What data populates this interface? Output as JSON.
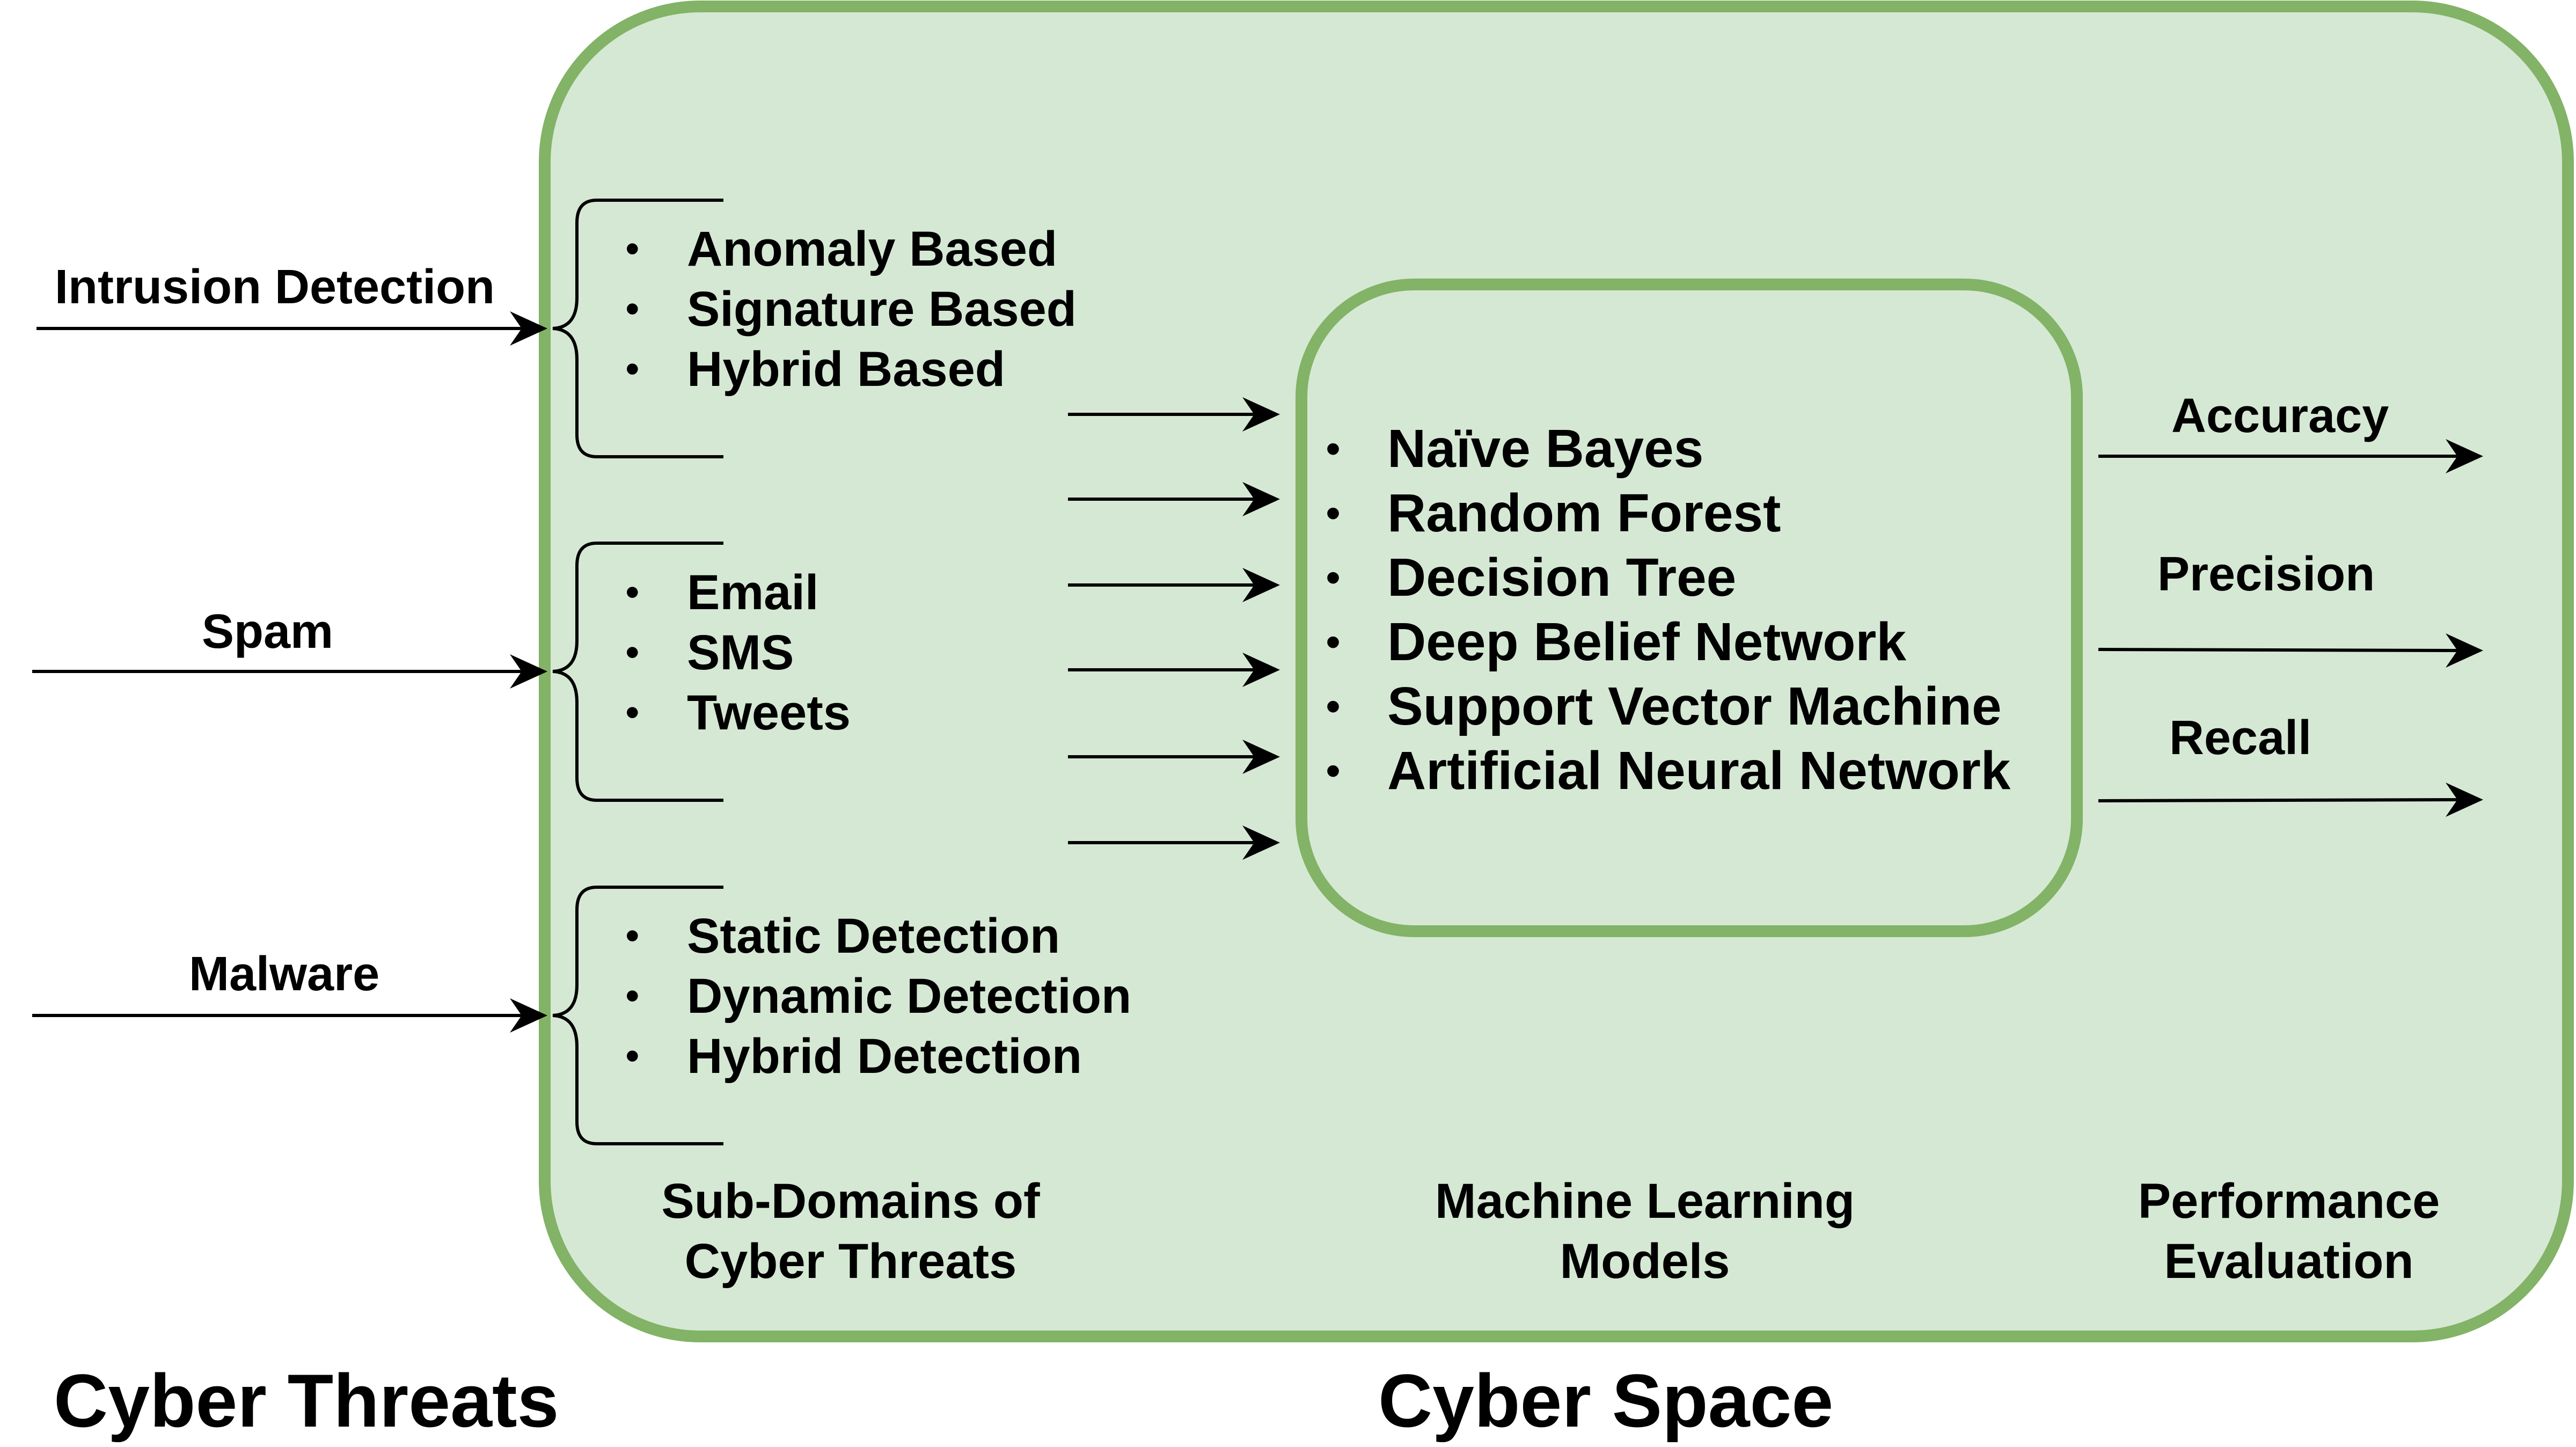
{
  "diagram": {
    "colors": {
      "container_fill": "#d5e8d4",
      "container_stroke": "#82b366",
      "line": "#000000"
    },
    "threats": {
      "intrusion": "Intrusion Detection",
      "spam": "Spam",
      "malware": "Malware"
    },
    "subdomains": {
      "intrusion": [
        "Anomaly Based",
        "Signature Based",
        "Hybrid Based"
      ],
      "spam": [
        "Email",
        "SMS",
        "Tweets"
      ],
      "malware": [
        "Static Detection",
        "Dynamic Detection",
        "Hybrid Detection"
      ]
    },
    "models": [
      "Naïve Bayes",
      "Random Forest",
      "Decision Tree",
      "Deep Belief Network",
      "Support Vector Machine",
      "Artificial Neural Network"
    ],
    "metrics": [
      "Accuracy",
      "Precision",
      "Recall"
    ],
    "captions": {
      "subdomains_line1": "Sub-Domains of",
      "subdomains_line2": "Cyber Threats",
      "models_line1": "Machine Learning",
      "models_line2": "Models",
      "performance_line1": "Performance",
      "performance_line2": "Evaluation"
    },
    "titles": {
      "cyber_threats": "Cyber Threats",
      "cyber_space": "Cyber Space"
    }
  }
}
